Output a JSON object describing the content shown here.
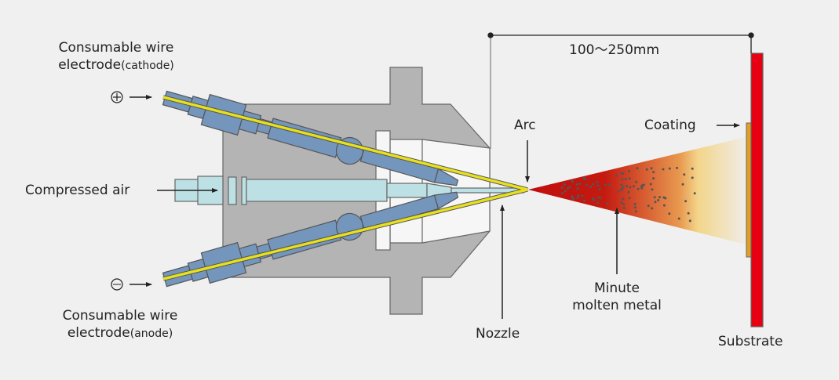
{
  "diagram": {
    "title": "Arc spraying process",
    "labels": {
      "cathode_line1": "Consumable wire",
      "cathode_line2": "electrode",
      "cathode_suffix": "(cathode)",
      "anode_line1": "Consumable wire",
      "anode_line2": "electrode",
      "anode_suffix": "(anode)",
      "compressed_air": "Compressed air",
      "distance": "100～250mm",
      "arc": "Arc",
      "coating": "Coating",
      "minute_line1": "Minute",
      "minute_line2": "molten metal",
      "nozzle": "Nozzle",
      "substrate": "Substrate"
    },
    "icons": {
      "plus": "plus-circle-icon",
      "minus": "minus-circle-icon"
    },
    "colors": {
      "background": "#f0f0f0",
      "body_gray": "#b4b4b4",
      "electrode_blue": "#7496bd",
      "wire_yellow": "#e6e01e",
      "air_tube": "#bde0e4",
      "spray_red": "#c00d0d",
      "spray_yellow": "#f3d58a",
      "substrate_red": "#e60012",
      "coating_orange": "#e0a020"
    }
  }
}
